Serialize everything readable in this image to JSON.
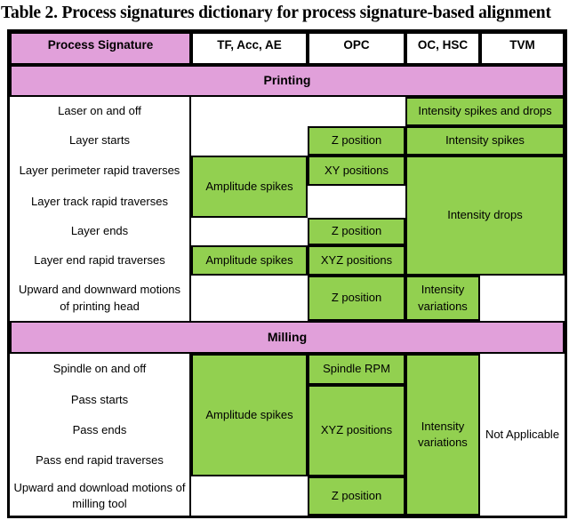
{
  "title": "Table 2. Process signatures dictionary for process signature-based alignment",
  "colors": {
    "band_pink": "#E1A0DA",
    "cell_green": "#92D050",
    "border": "#000000"
  },
  "header": {
    "columns": [
      "Process Signature",
      "TF, Acc, AE",
      "OPC",
      "OC, HSC",
      "TVM"
    ]
  },
  "printing": {
    "section_label": "Printing",
    "row_labels": [
      "Laser on and off",
      "Layer starts",
      "Layer perimeter rapid traverses",
      "Layer track rapid traverses",
      "Layer ends",
      "Layer end rapid traverses",
      "Upward and downward motions of printing head"
    ],
    "cells": {
      "intensity_spikes_and_drops": "Intensity spikes and drops",
      "z_position_layer_starts": "Z position",
      "intensity_spikes": "Intensity spikes",
      "amplitude_spikes_traverses": "Amplitude spikes",
      "xy_positions": "XY positions",
      "intensity_drops": "Intensity drops",
      "z_position_layer_ends": "Z position",
      "amplitude_spikes_layer_end": "Amplitude spikes",
      "xyz_positions": "XYZ positions",
      "z_position_printing_head": "Z position",
      "intensity_variations": "Intensity variations"
    }
  },
  "milling": {
    "section_label": "Milling",
    "row_labels": [
      "Spindle on and off",
      "Pass starts",
      "Pass ends",
      "Pass end rapid traverses",
      "Upward and download motions of milling tool"
    ],
    "cells": {
      "amplitude_spikes": "Amplitude spikes",
      "spindle_rpm": "Spindle RPM",
      "xyz_positions": "XYZ positions",
      "z_position": "Z position",
      "intensity_variations": "Intensity variations",
      "not_applicable": "Not Applicable"
    }
  }
}
